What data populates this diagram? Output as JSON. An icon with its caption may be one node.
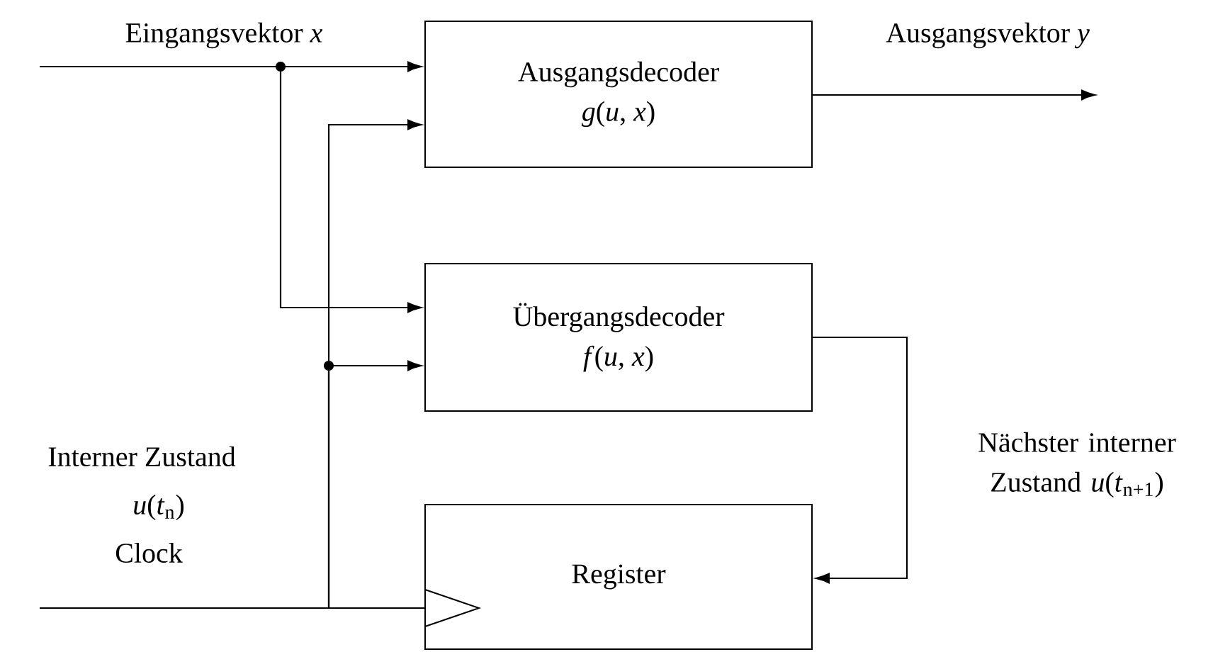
{
  "diagram": {
    "nodes": [
      {
        "text": [
          "Ausgangsdecoder",
          "*g*(*u*, *x*)"
        ]
      },
      {
        "text": [
          "Übergangsdecoder",
          "*f*(*u*, *x*)"
        ]
      },
      {
        "text": [
          "Register"
        ]
      }
    ],
    "edges": [
      {
        "from": null,
        "to": 0,
        "arrow": "to"
      },
      {
        "from": null,
        "to": 1,
        "arrow": "to"
      },
      {
        "from": null,
        "to": 0,
        "arrow": "to"
      },
      {
        "from": null,
        "to": 1,
        "arrow": "to"
      },
      {
        "from": null,
        "to": 2,
        "arrow": "none"
      },
      {
        "from": 1,
        "to": 2,
        "arrow": "to"
      },
      {
        "from": 0,
        "to": null,
        "arrow": "to"
      }
    ],
    "labels": [
      "Eingangsvektor *x*",
      "Ausgangsvektor *y*",
      "Interner Zustand",
      "*u*(*t*$_{n}$)",
      "Clock",
      "Nächster interner Zustand *u*(*t*$_{n+1}$)"
    ]
  }
}
